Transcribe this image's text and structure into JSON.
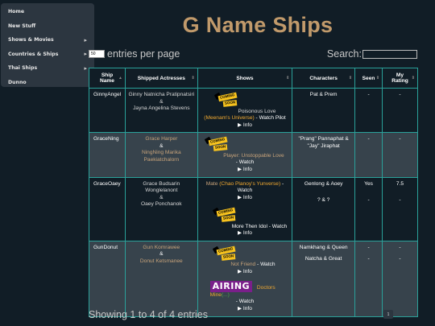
{
  "sidebar": {
    "items": [
      {
        "label": "Home",
        "has_sub": false
      },
      {
        "label": "New Stuff",
        "has_sub": false
      },
      {
        "label": "Shows & Movies",
        "has_sub": true
      },
      {
        "label": "Countries & Ships",
        "has_sub": true
      },
      {
        "label": "Thai Ships",
        "has_sub": true
      },
      {
        "label": "Dunno",
        "has_sub": false
      }
    ]
  },
  "page": {
    "title": "G Name Ships"
  },
  "controls": {
    "length_value": "50",
    "length_label": "entries per page",
    "search_label": "Search:",
    "search_value": ""
  },
  "table": {
    "headers": [
      "Ship Name",
      "Shipped Actresses",
      "Shows",
      "Characters",
      "Seen",
      "My Rating"
    ],
    "rows": [
      {
        "ship": "GinnyAngel",
        "actress_1": "Ginny Natnicha Pratipnatsiri",
        "amp": "&",
        "actress_2": "Jayna Angelina Stevens",
        "show_1": "Poisonous Love",
        "show_1_sub": "(Meenam's Universe)",
        "show_1_watch": " - Watch Pilot",
        "show_1_info": "▶ Info",
        "characters_1": "Pat & Prem",
        "seen": "-",
        "rating": "-"
      },
      {
        "ship": "GraceNing",
        "actress_1": "Grace Harper",
        "amp": "&",
        "actress_2": "NingNing Marika Paekiatchalorn",
        "show_1": "Player: Unstoppable Love",
        "show_1_watch": " - Watch",
        "show_1_info": "▶ Info",
        "characters_1": "\"Prang\" Pannaphat & \"Jay\" Jiraphat",
        "seen": "-",
        "rating": "-"
      },
      {
        "ship": "GraceOaey",
        "actress_1": "Grace Budsarin Wonglelanont",
        "amp": "&",
        "actress_2": "Oaey Ponchanok",
        "show_1": "Mate",
        "show_1_sub": "(Chao Planoy's Yunverse)",
        "show_1_watch": " - Watch",
        "show_1_info": "▶ Info",
        "show_2": "More Then Idol",
        "show_2_watch": " - Watch",
        "show_2_info": "▶ Info",
        "characters_1": "Genlong & Aoey",
        "characters_2": "? & ?",
        "seen": "Yes",
        "seen_2": "-",
        "rating": "7.5",
        "rating_2": "-"
      },
      {
        "ship": "GunDonut",
        "actress_1": "Gun Komrawee",
        "amp": "&",
        "actress_2": "Donut Ketsmanee",
        "show_1": "Not Friend",
        "show_1_watch": " - Watch",
        "show_1_info": "▶ Info",
        "show_2": "Doctors Mine",
        "show_2_extra": "(...)",
        "show_2_watch": " - Watch",
        "show_2_info": "▶ Info",
        "characters_1": "Namkhang & Queen",
        "characters_2": "Natcha & Great",
        "seen": "-",
        "seen_2": "-",
        "rating": "-",
        "rating_2": "-"
      }
    ]
  },
  "badges": {
    "coming_soon_1": "COMING",
    "coming_soon_2": "SOON",
    "airing": "AIRING"
  },
  "footer": {
    "info": "Showing 1 to 4 of 4 entries",
    "page": "1"
  },
  "colors": {
    "accent_title": "#c19a6b",
    "border": "#2aa19a",
    "row_alt": "#37434c",
    "background": "#111d26"
  }
}
